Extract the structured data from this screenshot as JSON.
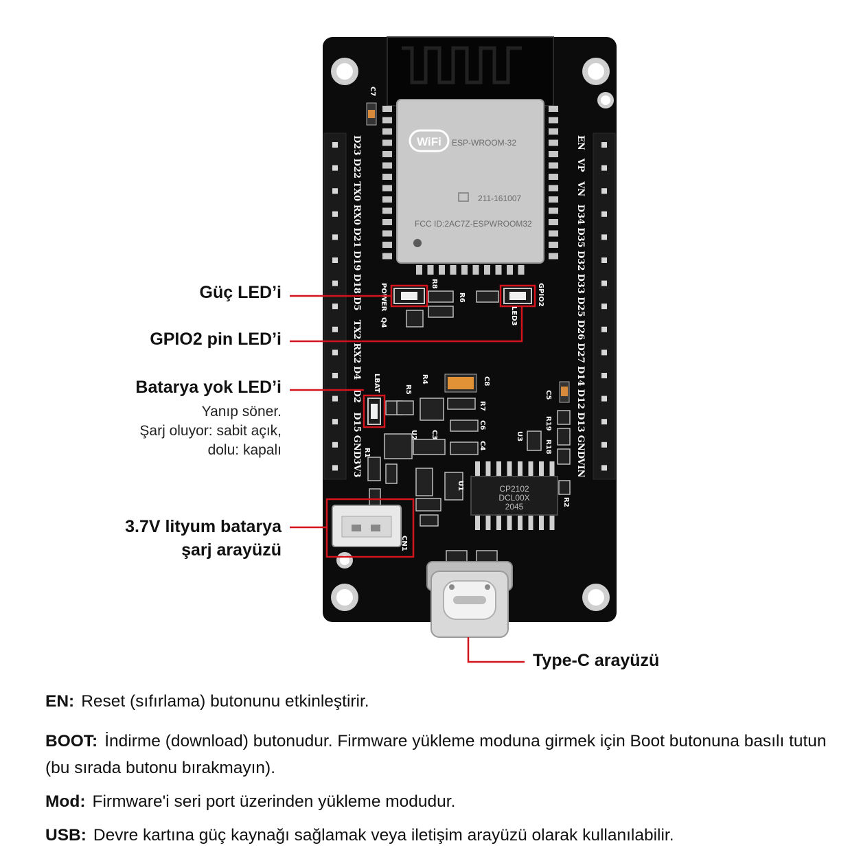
{
  "board": {
    "module_name": "ESP-WROOM-32",
    "wifi_logo": "WiFi",
    "module_id": "211-161007",
    "fcc_id": "FCC ID:2AC7Z-ESPWROOM32",
    "usb_chip": [
      "CP2102",
      "DCL00X",
      "2045"
    ],
    "left_pins": [
      "D23",
      "D22",
      "TX0",
      "RX0",
      "D21",
      "D19",
      "D18",
      "D5",
      "TX2",
      "RX2",
      "D4",
      "D2",
      "D15",
      "GND",
      "3V3"
    ],
    "right_pins": [
      "EN",
      "VP",
      "VN",
      "D34",
      "D35",
      "D32",
      "D33",
      "D25",
      "D26",
      "D27",
      "D14",
      "D12",
      "D13",
      "GND",
      "VIN"
    ],
    "silk": {
      "c7": "C7",
      "power": "POWER",
      "q4": "Q4",
      "lbat": "LBAT",
      "gpio2": "GPIO2",
      "led3": "LED3",
      "r8": "R8",
      "r6": "R6",
      "r7": "R7",
      "r4": "R4",
      "r5": "R5",
      "c8": "C8",
      "c6": "C6",
      "c5": "C5",
      "c3": "C3",
      "c4": "C4",
      "u2": "U2",
      "u3": "U3",
      "u1": "U1",
      "r1": "R1",
      "r2": "R2",
      "r18": "R18",
      "r19": "R19",
      "cn1": "CN1"
    }
  },
  "callouts": {
    "power_led": "Güç LED’i",
    "gpio2_led": "GPIO2 pin LED’i",
    "no_battery_led": "Batarya yok LED’i",
    "no_battery_desc": [
      "Yanıp söner.",
      "Şarj oluyor: sabit açık,",
      "dolu: kapalı"
    ],
    "battery_line1": "3.7V lityum batarya",
    "battery_line2": "şarj arayüzü",
    "typec": "Type-C arayüzü"
  },
  "notes": [
    {
      "term": "EN:",
      "text": "Reset (sıfırlama) butonunu etkinleştirir."
    },
    {
      "term": "BOOT:",
      "text": "İndirme (download) butonudur. Firmware yükleme moduna girmek için Boot butonuna basılı tutun (bu sırada butonu bırakmayın)."
    },
    {
      "term": "Mod:",
      "text": "Firmware'i seri port üzerinden yükleme modudur."
    },
    {
      "term": "USB:",
      "text": "Devre kartına güç kaynağı sağlamak veya iletişim arayüzü olarak kullanılabilir."
    }
  ],
  "colors": {
    "board": "#0c0c0c",
    "callout_line": "#d4141c",
    "shield": "#c9c9c9",
    "header": "#1a1a1a"
  }
}
